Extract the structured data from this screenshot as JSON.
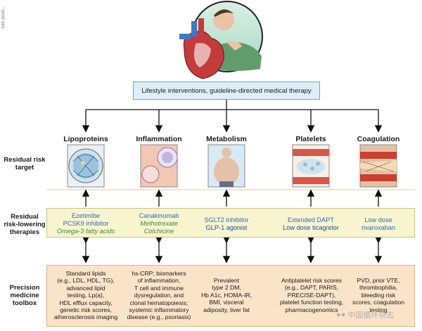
{
  "side_text": "Circ 2019;...",
  "lifestyle": "Lifestyle interventions, guideline-directed medical therapy",
  "row_labels": {
    "target": "Residual risk target",
    "therapies": "Residual risk-lowering therapies",
    "toolbox": "Precision medicine toolbox"
  },
  "columns": [
    {
      "title": "Lipoproteins",
      "therapies": [
        "Ezetimibe",
        "PCSK9 inhibitor",
        "Omega-3 fatty acids"
      ],
      "toolbox": [
        "Standard lipids",
        "(e.g., LDL, HDL, TG),",
        "advanced lipid",
        "testing, Lp(a),",
        "HDL efflux capacity,",
        "genetic risk scores,",
        "atherosclerosis imaging"
      ]
    },
    {
      "title": "Inflammation",
      "therapies": [
        "Canakinumab",
        "Methotrexate",
        "Colchicine"
      ],
      "toolbox": [
        "hs-CRP; biomarkers",
        "of inflammation,",
        "T cell and immune",
        "dysregulation, and",
        "clonal hematopoiesis;",
        "systemic inflammatory",
        "disease (e.g., psoriasis)"
      ]
    },
    {
      "title": "Metabolism",
      "therapies": [
        "SGLT2 inhibitor",
        "GLP-1 agonist"
      ],
      "toolbox": [
        "Prevalent",
        "type 2 DM,",
        "Hb A1c, HOMA-IR,",
        "BMI, visceral",
        "adiposity, liver fat"
      ]
    },
    {
      "title": "Platelets",
      "therapies": [
        "Extended DAPT",
        "Low dose ticagrelor"
      ],
      "toolbox": [
        "Antiplatelet risk scores",
        "(e.g., DAPT, PARIS,",
        "PRECISE-DAPT),",
        "platelet function testing,",
        "pharmacogenomics"
      ]
    },
    {
      "title": "Coagulation",
      "therapies": [
        "Low dose",
        "rivaroxaban"
      ],
      "toolbox": [
        "PVD, prior VTE,",
        "thrombophilia,",
        "bleeding risk",
        "scores, coagulation",
        "testing"
      ]
    }
  ],
  "watermark": "中国循环杂志"
}
